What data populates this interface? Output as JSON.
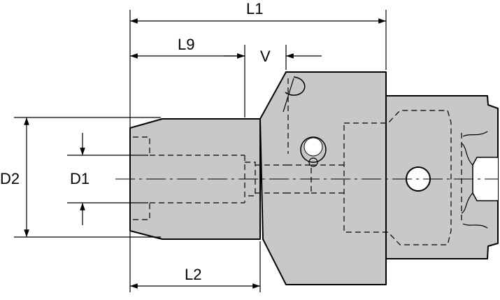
{
  "diagram": {
    "colors": {
      "body_fill": "#c8c8c8",
      "outline": "#000000",
      "background": "#ffffff"
    },
    "labels": {
      "l1": "L1",
      "l9": "L9",
      "v": "V",
      "d2": "D2",
      "d1": "D1",
      "l2": "L2"
    }
  }
}
